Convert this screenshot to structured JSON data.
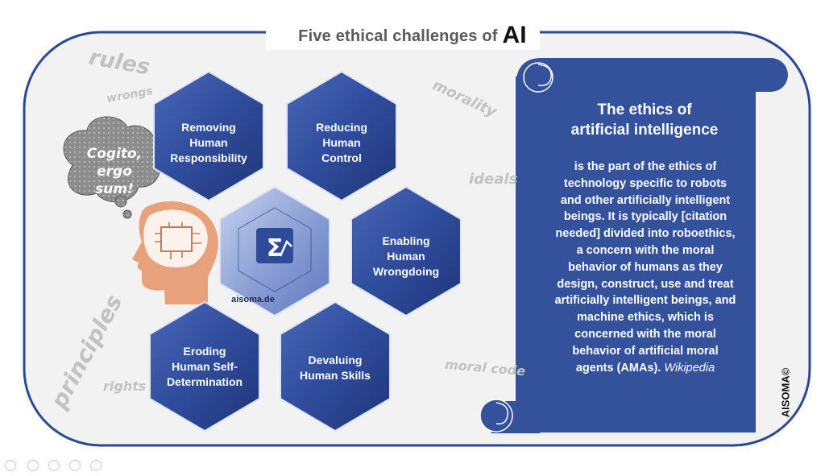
{
  "title": {
    "prefix": "Five ethical challenges of",
    "emphasis": "AI"
  },
  "background_words": {
    "rules": "rules",
    "wrongs": "wrongs",
    "morality": "morality",
    "ideals": "ideals",
    "principles": "principles",
    "rights": "rights",
    "moral_code": "moral code"
  },
  "thought_bubble": {
    "line1": "Cogito,",
    "line2": "ergo",
    "line3": "sum!"
  },
  "center": {
    "domain": "aisoma.de"
  },
  "challenges": [
    {
      "line1": "Removing",
      "line2": "Human",
      "line3": "Responsibility"
    },
    {
      "line1": "Reducing",
      "line2": "Human",
      "line3": "Control"
    },
    {
      "line1": "Enabling",
      "line2": "Human",
      "line3": "Wrongdoing"
    },
    {
      "line1": "Eroding",
      "line2": "Human Self-",
      "line3": "Determination"
    },
    {
      "line1": "Devaluing",
      "line2": "Human Skills"
    }
  ],
  "scroll": {
    "title_line1": "The ethics of",
    "title_line2": "artificial intelligence",
    "body": [
      "is the part of the ethics of",
      "technology specific to robots",
      "and other artificially intelligent",
      "beings. It is typically [citation",
      "needed] divided into roboethics,",
      "a concern with the moral",
      "behavior of humans as they",
      "design, construct, use and treat",
      "artificially intelligent beings, and",
      "machine ethics, which is",
      "concerned with the moral",
      "behavior of artificial moral",
      "agents (AMAs)."
    ],
    "source": "Wikipedia"
  },
  "copyright": "AISOMA©",
  "colors": {
    "hex_blue": "#2e4b9a",
    "scroll_blue": "#34519c",
    "frame": "#2b4a93",
    "word_grey": "#c2c2c2",
    "head_orange": "#e8a27b"
  }
}
